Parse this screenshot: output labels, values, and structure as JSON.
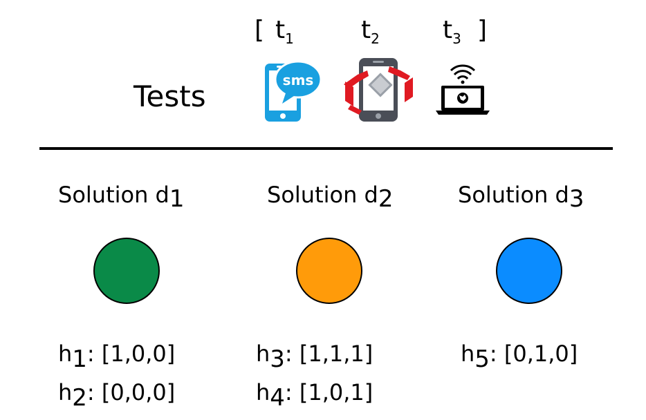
{
  "tests": {
    "label": "Tests",
    "open_bracket": "[",
    "close_bracket": "]",
    "items": [
      {
        "letter": "t",
        "sub": "1",
        "icon": "sms-phone-icon"
      },
      {
        "letter": "t",
        "sub": "2",
        "icon": "phone-rotate-icon"
      },
      {
        "letter": "t",
        "sub": "3",
        "icon": "laptop-wifi-icon"
      }
    ],
    "sms_text": "sms"
  },
  "solutions": [
    {
      "label": "Solution d",
      "sub": "1",
      "color": "#0a8a48",
      "hypotheses": [
        {
          "letter": "h",
          "sub": "1",
          "vector": ": [1,0,0]"
        },
        {
          "letter": "h",
          "sub": "2",
          "vector": ": [0,0,0]"
        }
      ]
    },
    {
      "label": "Solution d",
      "sub": "2",
      "color": "#ff9b0a",
      "hypotheses": [
        {
          "letter": "h",
          "sub": "3",
          "vector": ": [1,1,1]"
        },
        {
          "letter": "h",
          "sub": "4",
          "vector": ": [1,0,1]"
        }
      ]
    },
    {
      "label": "Solution d",
      "sub": "3",
      "color": "#0b8cff",
      "hypotheses": [
        {
          "letter": "h",
          "sub": "5",
          "vector": ": [0,1,0]"
        }
      ]
    }
  ]
}
